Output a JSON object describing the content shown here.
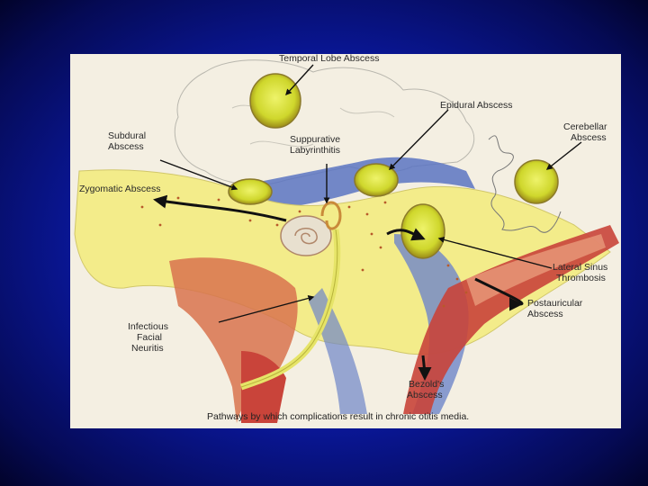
{
  "labels": {
    "temporal_lobe": "Temporal Lobe Abscess",
    "epidural": "Epidural Abscess",
    "cerebellar_1": "Cerebellar",
    "cerebellar_2": "Abscess",
    "subdural_1": "Subdural",
    "subdural_2": "Abscess",
    "suppurative_1": "Suppurative",
    "suppurative_2": "Labyrinthitis",
    "zygomatic": "Zygomatic Abscess",
    "lateral_sinus_1": "Lateral Sinus",
    "lateral_sinus_2": "Thrombosis",
    "postauricular_1": "Postauricular",
    "postauricular_2": "Abscess",
    "facial_1": "Infectious",
    "facial_2": "Facial",
    "facial_3": "Neuritis",
    "bezold_1": "Bezold's",
    "bezold_2": "Abscess"
  },
  "caption": "Pathways by which complications result in chronic otitis media.",
  "colors": {
    "background": "#0b1aa8",
    "panel": "#f4efe2",
    "abscess_fill": "#d9e23a",
    "tissue_yellow": "#f3ec8a",
    "muscle_red": "#c9443a",
    "vessel_blue": "#6e86c9"
  }
}
